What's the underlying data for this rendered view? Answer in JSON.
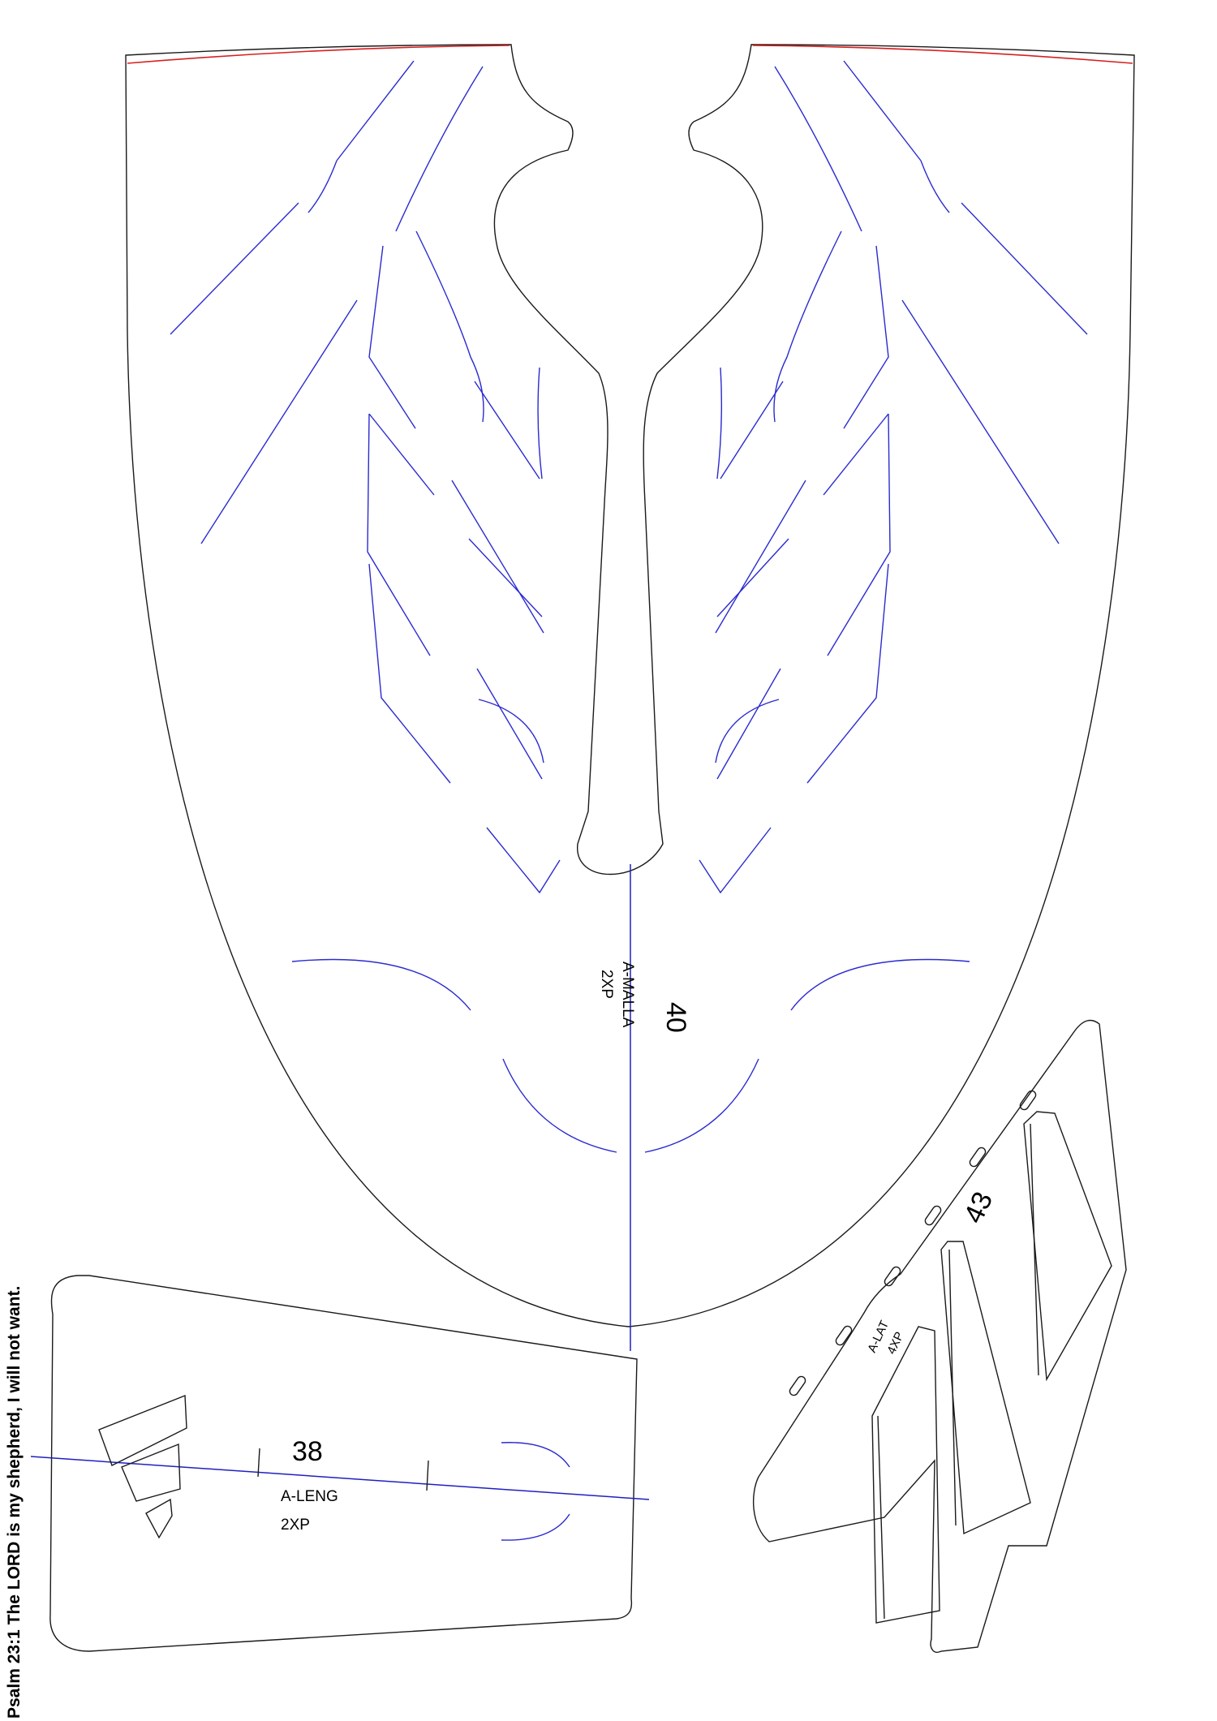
{
  "verse": "Psalm 23:1 The LORD is my shepherd, I will not want.",
  "pieces": {
    "malla": {
      "number": "40",
      "name": "A-MALLA",
      "qty": "2XP"
    },
    "leng": {
      "number": "38",
      "name": "A-LENG",
      "qty": "2XP"
    },
    "lat": {
      "number": "43",
      "name": "A-LAT",
      "qty": "4XP"
    }
  },
  "colors": {
    "outline": "#1a1a1a",
    "cut_lines": "#2b2bd0",
    "grain_line": "#2020c0",
    "hem_line": "#d62020",
    "background": "#ffffff"
  }
}
